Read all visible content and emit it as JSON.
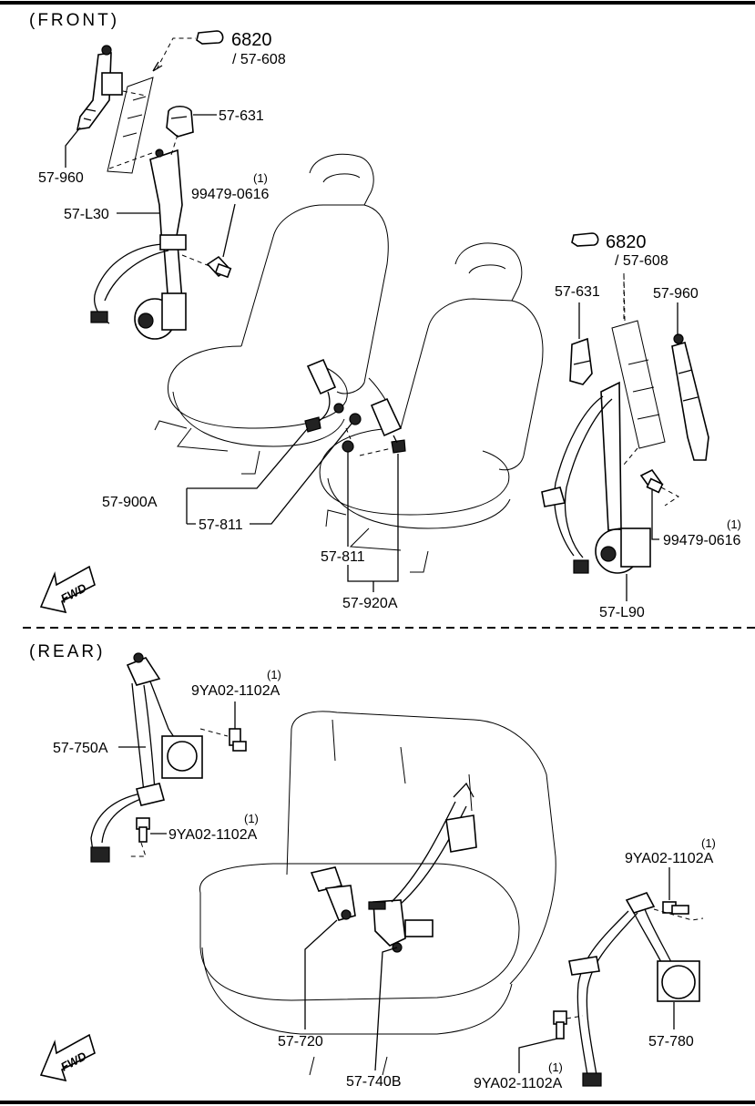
{
  "sections": {
    "front": "(FRONT)",
    "rear": "(REAR)"
  },
  "direction": {
    "front": "FWD",
    "rear": "FWD"
  },
  "references": {
    "front_left": {
      "main": "6820",
      "sub": "/ 57-608"
    },
    "front_right": {
      "main": "6820",
      "sub": "/ 57-608"
    }
  },
  "front": {
    "label_57_631_left": "57-631",
    "label_57_960_left": "57-960",
    "label_57_L30": "57-L30",
    "bolt_left": {
      "qty": "(1)",
      "part": "99479-0616"
    },
    "label_57_900A": "57-900A",
    "label_57_811_a": "57-811",
    "label_57_811_b": "57-811",
    "label_57_920A": "57-920A",
    "label_57_631_right": "57-631",
    "label_57_960_right": "57-960",
    "bolt_right": {
      "qty": "(1)",
      "part": "99479-0616"
    },
    "label_57_L90": "57-L90"
  },
  "rear": {
    "bolt_top_left": {
      "qty": "(1)",
      "part": "9YA02-1102A"
    },
    "label_57_750A": "57-750A",
    "bolt_mid_left": {
      "qty": "(1)",
      "part": "9YA02-1102A"
    },
    "bolt_top_right": {
      "qty": "(1)",
      "part": "9YA02-1102A"
    },
    "label_57_720": "57-720",
    "label_57_740B": "57-740B",
    "label_57_780": "57-780",
    "bolt_bottom_right": {
      "qty": "(1)",
      "part": "9YA02-1102A"
    }
  }
}
